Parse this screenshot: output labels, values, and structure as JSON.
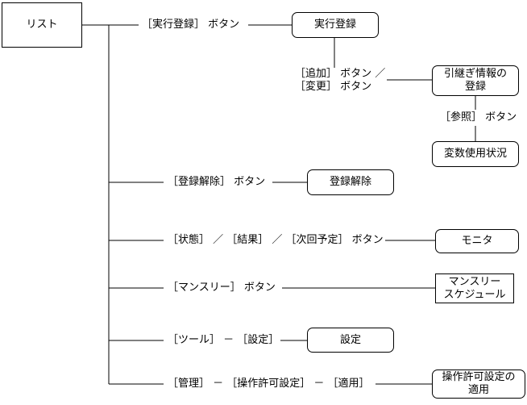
{
  "root": {
    "label": "リスト"
  },
  "branches": [
    {
      "id": "register",
      "button_label": "［実行登録］ ボタン",
      "screen": "実行登録"
    },
    {
      "id": "unregister",
      "button_label": "［登録解除］ ボタン",
      "screen": "登録解除"
    },
    {
      "id": "monitor",
      "button_label": "［状態］ ／ ［結果］ ／ ［次回予定］ ボタン",
      "screen": "モニタ"
    },
    {
      "id": "monthly",
      "button_label": "［マンスリー］ ボタン",
      "screen": "マンスリー\nスケジュール"
    },
    {
      "id": "settings",
      "button_label": "［ツール］ － ［設定］",
      "screen": "設定"
    },
    {
      "id": "permission",
      "button_label": "［管理］ － ［操作許可設定］ － ［適用］",
      "screen": "操作許可設定の\n適用"
    }
  ],
  "sub_flow": {
    "add_change_label": "［追加］ ボタン ／\n［変更］ ボタン",
    "takeover_screen": "引継ぎ情報の\n登録",
    "reference_label": "［参照］ ボタン",
    "variable_screen": "変数使用状況"
  }
}
